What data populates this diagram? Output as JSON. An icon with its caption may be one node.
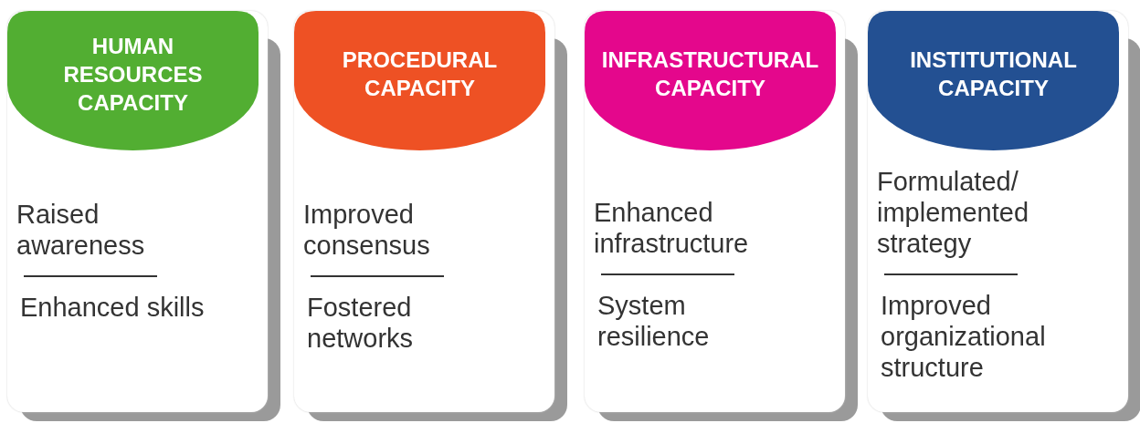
{
  "diagram": {
    "nodes": [
      {
        "text": [
          "HUMAN RESOURCES CAPACITY",
          "Raised awareness",
          "Enhanced skills"
        ]
      },
      {
        "text": [
          "PROCEDURAL CAPACITY",
          "Improved consensus",
          "Fostered networks"
        ]
      },
      {
        "text": [
          "INFRASTRUCTURAL CAPACITY",
          "Enhanced infrastructure",
          "System resilience"
        ]
      },
      {
        "text": [
          "INSTITUTIONAL CAPACITY",
          "Formulated/ implemented strategy",
          "Improved organizational structure"
        ]
      }
    ]
  }
}
